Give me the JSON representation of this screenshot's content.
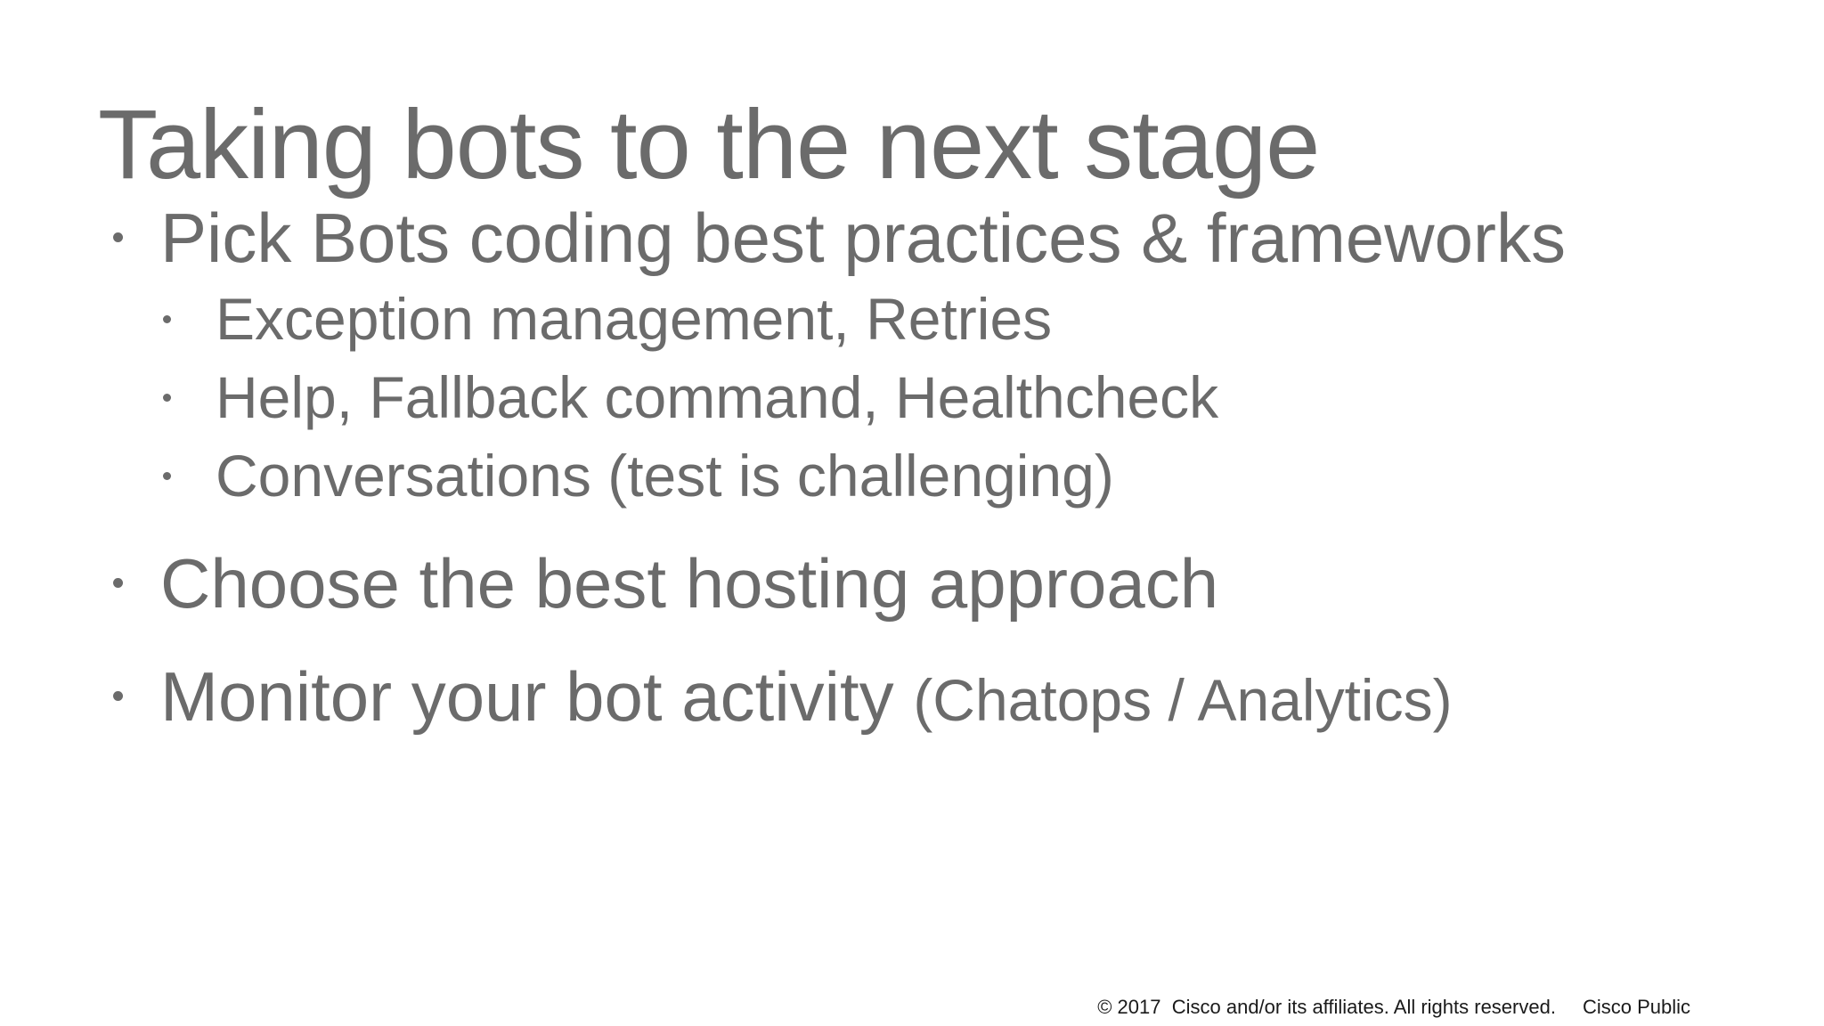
{
  "slide": {
    "title": "Taking bots to the next stage",
    "bullets": [
      {
        "level": 1,
        "text": "Pick Bots coding best practices & frameworks"
      },
      {
        "level": 2,
        "text": "Exception management, Retries"
      },
      {
        "level": 2,
        "text": "Help, Fallback command, Healthcheck"
      },
      {
        "level": 2,
        "text": "Conversations (test is challenging)"
      },
      {
        "level": 1,
        "text": "Choose the best hosting approach"
      },
      {
        "level": 1,
        "text": "Monitor your bot activity ",
        "suffix": "(Chatops / Analytics)"
      }
    ],
    "footer": {
      "copyright": "© 2017  Cisco and/or its affiliates. All rights reserved.",
      "classification": "Cisco Public"
    },
    "colors": {
      "body_text": "#6b6b6b",
      "footer_text": "#1a1a1a",
      "background": "#ffffff"
    }
  }
}
